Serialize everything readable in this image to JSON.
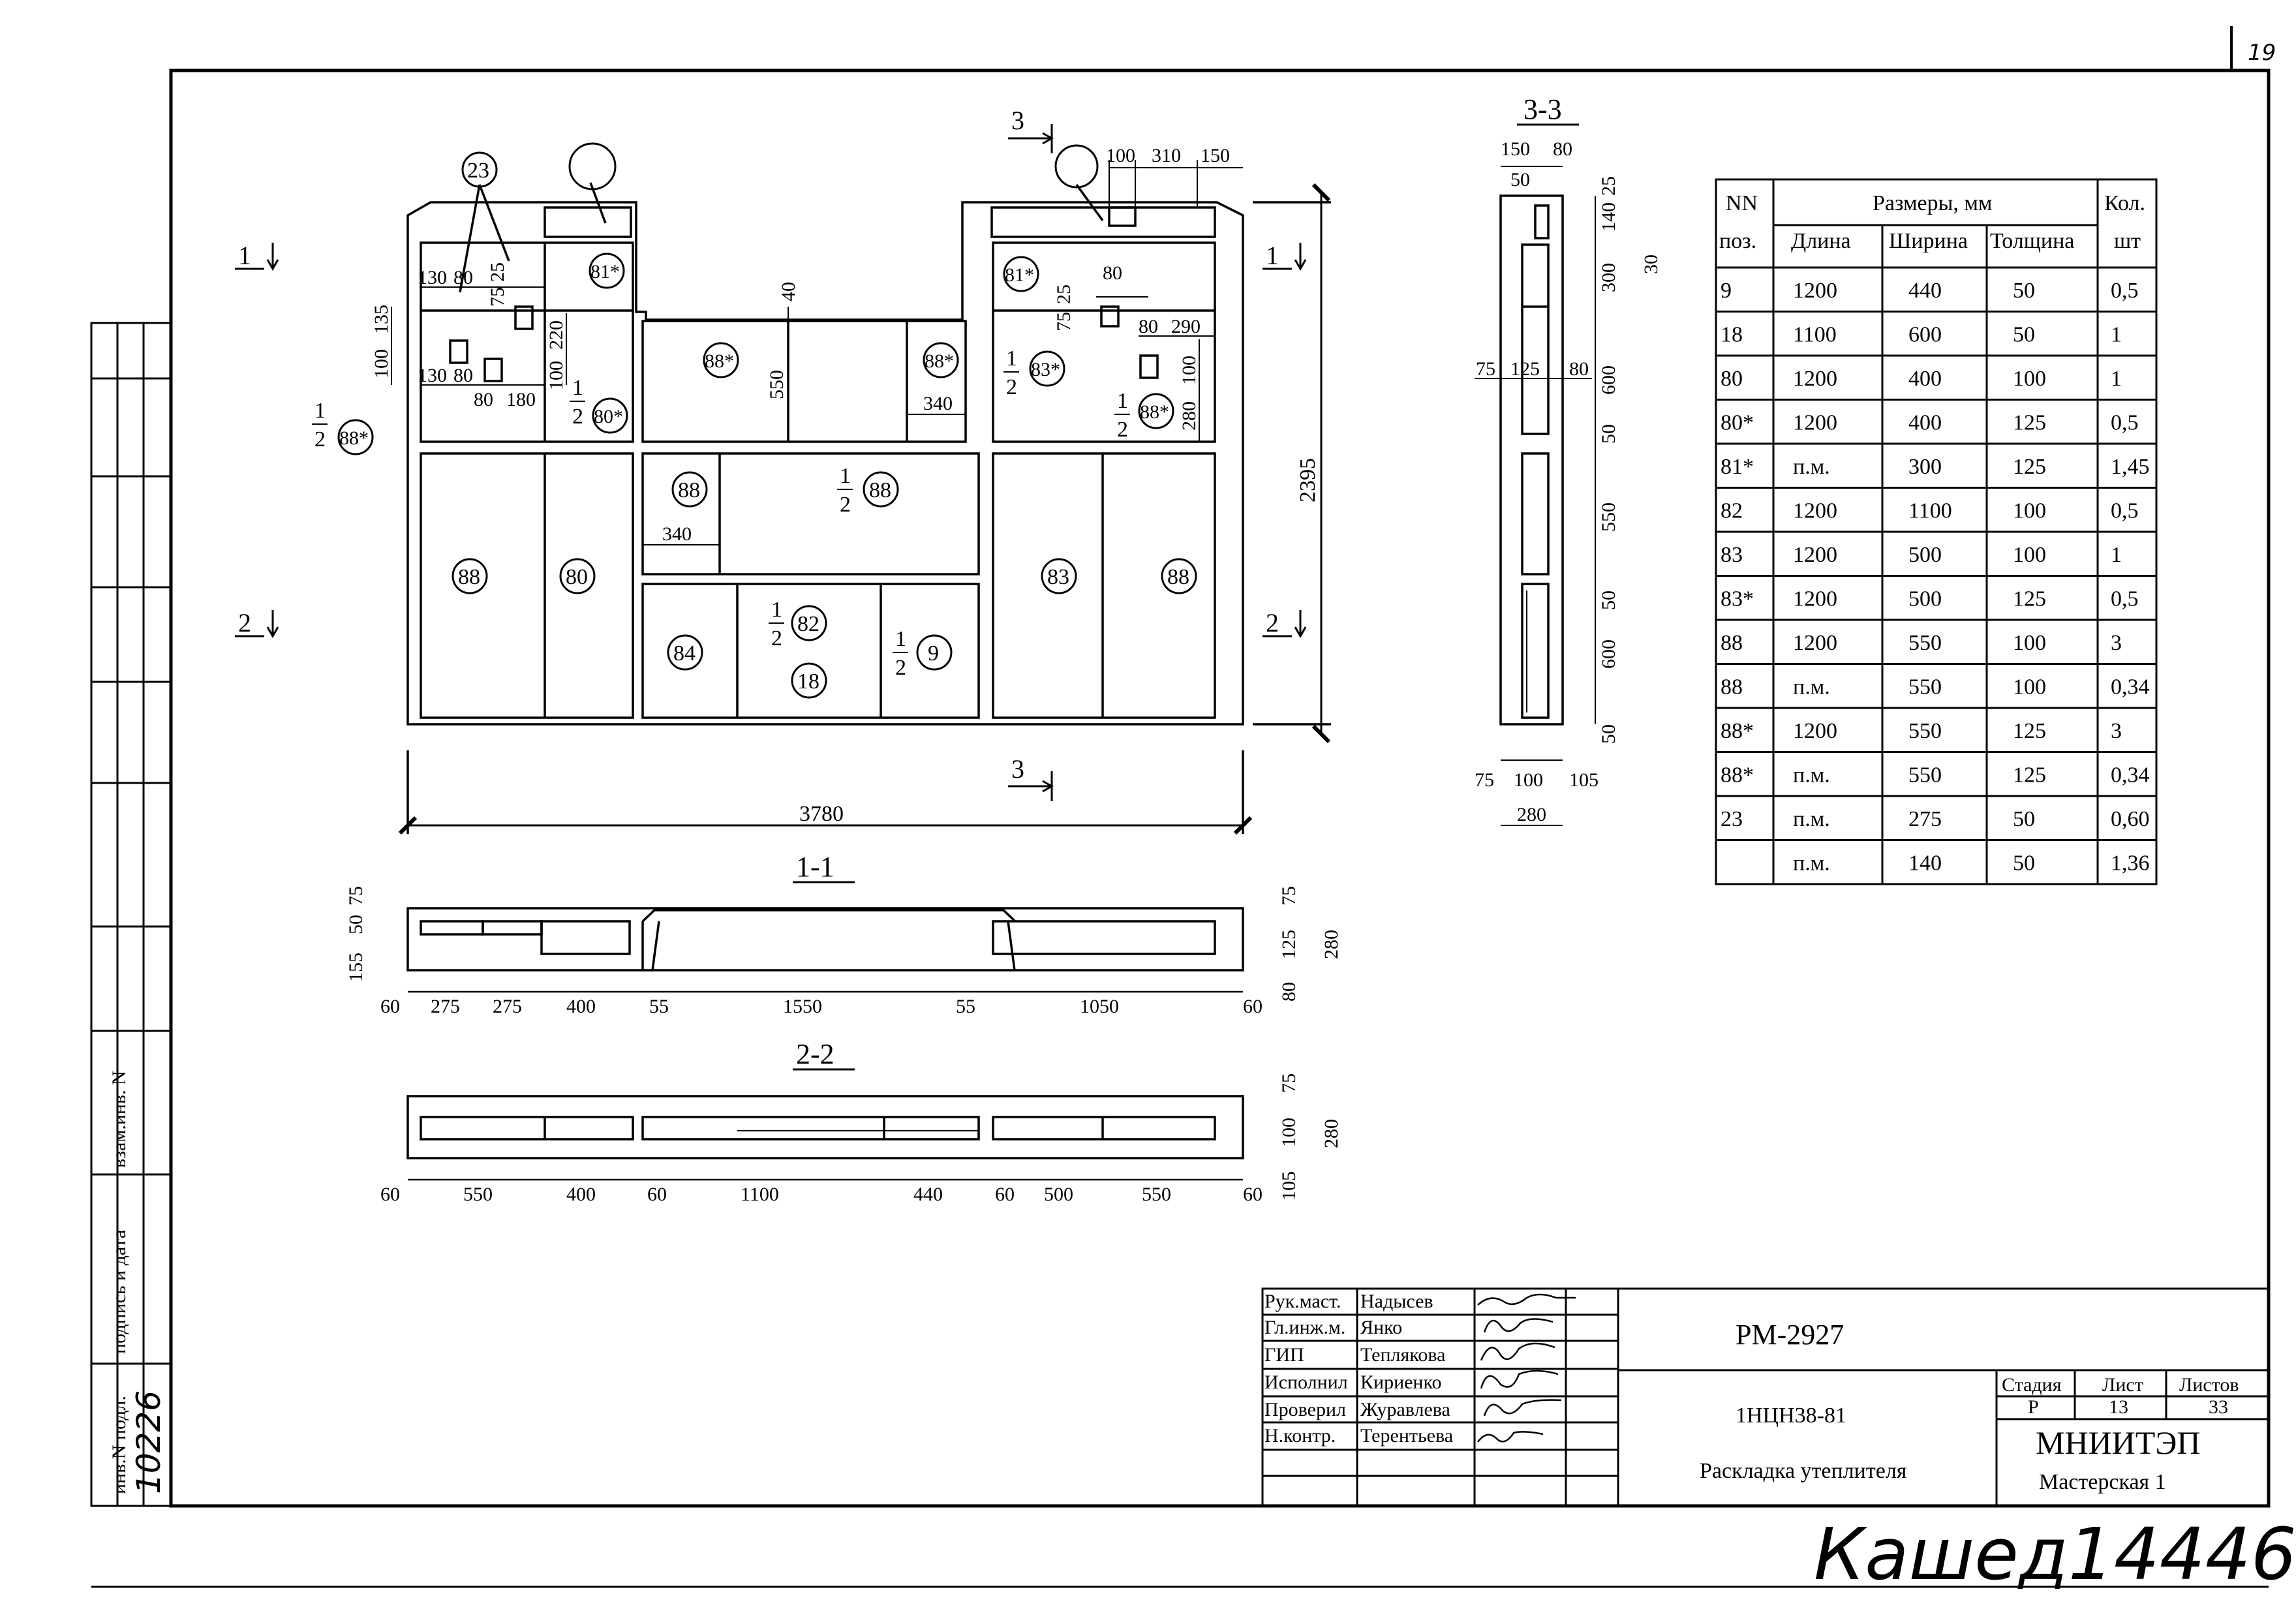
{
  "sheet_corner_number": "19",
  "views": {
    "plan": {
      "overall_width": "3780",
      "overall_height": "2395",
      "cut_marks": [
        "1",
        "2",
        "3"
      ],
      "top_left_dims": [
        "130",
        "80",
        "75",
        "25",
        "135",
        "100",
        "130",
        "80",
        "80",
        "180",
        "100",
        "220"
      ],
      "top_right_dims": [
        "100",
        "310",
        "150",
        "80",
        "75",
        "25",
        "80",
        "290",
        "100",
        "280"
      ],
      "mid_dims": [
        "40",
        "550",
        "340",
        "340"
      ],
      "half": "1",
      "half_den": "2",
      "callouts_left": [
        "23",
        "81*",
        "80*",
        "88*"
      ],
      "callouts_mid": [
        "88*",
        "88*",
        "88",
        "88",
        "82",
        "18",
        "9",
        "84"
      ],
      "callouts_right": [
        "81*",
        "83*",
        "88*"
      ],
      "callouts_lower": [
        "88",
        "80",
        "83",
        "88"
      ]
    },
    "section_11": {
      "title": "1-1",
      "bottom_dims": [
        "60",
        "275",
        "275",
        "400",
        "55",
        "1550",
        "55",
        "1050",
        "60"
      ],
      "left_dims": [
        "75",
        "50",
        "155"
      ],
      "right_dims": [
        "75",
        "125",
        "80",
        "280"
      ]
    },
    "section_22": {
      "title": "2-2",
      "bottom_dims": [
        "60",
        "550",
        "400",
        "60",
        "1100",
        "440",
        "60",
        "500",
        "550",
        "60"
      ],
      "right_dims": [
        "75",
        "100",
        "105",
        "280"
      ]
    },
    "section_33": {
      "title": "3-3",
      "top_dims": [
        "150",
        "80",
        "50"
      ],
      "side_dims": [
        "25",
        "140",
        "300",
        "30",
        "600",
        "50",
        "550",
        "50",
        "600",
        "50"
      ],
      "mid_dims": [
        "75",
        "125",
        "80"
      ],
      "bottom_dims": [
        "75",
        "100",
        "105",
        "280"
      ]
    }
  },
  "spec_table": {
    "header_row1": [
      "NN",
      "Размеры, мм",
      "Кол."
    ],
    "header_row2": [
      "поз.",
      "Длина",
      "Ширина",
      "Толщина",
      "шт"
    ],
    "rows": [
      [
        "9",
        "1200",
        "440",
        "50",
        "0,5"
      ],
      [
        "18",
        "1100",
        "600",
        "50",
        "1"
      ],
      [
        "80",
        "1200",
        "400",
        "100",
        "1"
      ],
      [
        "80*",
        "1200",
        "400",
        "125",
        "0,5"
      ],
      [
        "81*",
        "п.м.",
        "300",
        "125",
        "1,45"
      ],
      [
        "82",
        "1200",
        "1100",
        "100",
        "0,5"
      ],
      [
        "83",
        "1200",
        "500",
        "100",
        "1"
      ],
      [
        "83*",
        "1200",
        "500",
        "125",
        "0,5"
      ],
      [
        "88",
        "1200",
        "550",
        "100",
        "3"
      ],
      [
        "88",
        "п.м.",
        "550",
        "100",
        "0,34"
      ],
      [
        "88*",
        "1200",
        "550",
        "125",
        "3"
      ],
      [
        "88*",
        "п.м.",
        "550",
        "125",
        "0,34"
      ],
      [
        "23",
        "п.м.",
        "275",
        "50",
        "0,60"
      ],
      [
        "",
        "п.м.",
        "140",
        "50",
        "1,36"
      ]
    ]
  },
  "title_block": {
    "roles": [
      "Рук.маст.",
      "Гл.инж.м.",
      "ГИП",
      "Исполнил",
      "Проверил",
      "Н.контр."
    ],
    "names": [
      "Надысев",
      "Янко",
      "Теплякова",
      "Кириенко",
      "Журавлева",
      "Терентьева"
    ],
    "doc_code": "РМ-2927",
    "series": "1НЦН38-81",
    "sheet_title": "Раскладка утеплителя",
    "stage_label": "Стадия",
    "sheet_label": "Лист",
    "sheets_label": "Листов",
    "stage_value": "Р",
    "sheet_value": "13",
    "sheets_value": "33",
    "org": "МНИИТЭП",
    "workshop": "Мастерская 1"
  },
  "left_strip": {
    "labels": [
      "инв.N подл.",
      "подпись и дата",
      "взам.инв. N"
    ],
    "inv_number": "10226"
  },
  "bottom_signature": "Кашед14446"
}
